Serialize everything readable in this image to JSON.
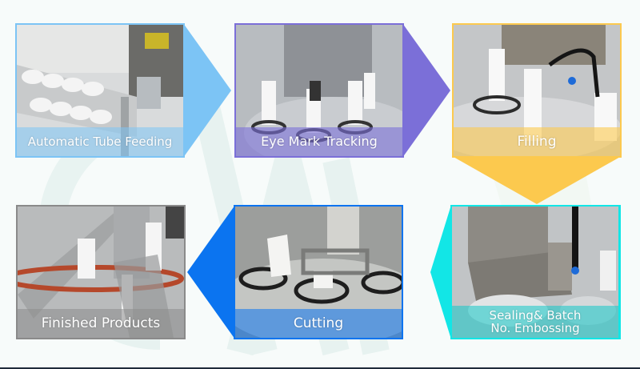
{
  "title": "Tube Filling and Sealing Process Flow",
  "colors": {
    "background": "#f7fbfa",
    "step1": "#7cc4f5",
    "step2": "#7b6fd8",
    "step3": "#fcc94e",
    "step4": "#12e6e6",
    "step5": "#0b74f0",
    "step6": "#8a8a8a"
  },
  "steps": [
    {
      "index": 1,
      "label": "Automatic Tube Feeding",
      "arrow": "right",
      "icon": "tube-feeding-photo"
    },
    {
      "index": 2,
      "label": "Eye Mark Tracking",
      "arrow": "right",
      "icon": "eye-mark-photo"
    },
    {
      "index": 3,
      "label": "Filling",
      "arrow": "down",
      "icon": "filling-photo"
    },
    {
      "index": 4,
      "label": "Sealing& Batch No. Embossing",
      "label_line1": "Sealing& Batch",
      "label_line2": "No. Embossing",
      "arrow": "left",
      "icon": "sealing-photo"
    },
    {
      "index": 5,
      "label": "Cutting",
      "arrow": "left",
      "icon": "cutting-photo"
    },
    {
      "index": 6,
      "label": "Finished Products",
      "arrow": "none",
      "icon": "finished-products-photo"
    }
  ]
}
